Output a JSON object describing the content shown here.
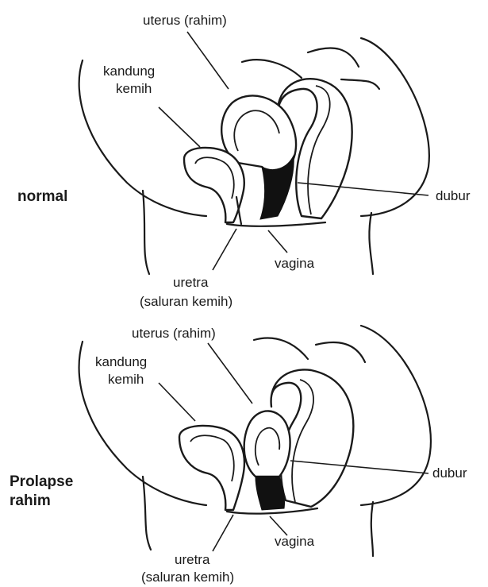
{
  "panels": [
    {
      "title": "normal",
      "labels": {
        "uterus": "uterus (rahim)",
        "bladder_line1": "kandung",
        "bladder_line2": "kemih",
        "rectum": "dubur",
        "vagina": "vagina",
        "urethra_line1": "uretra",
        "urethra_line2": "(saluran kemih)"
      }
    },
    {
      "title_line1": "Prolapse",
      "title_line2": "rahim",
      "labels": {
        "uterus": "uterus (rahim)",
        "bladder_line1": "kandung",
        "bladder_line2": "kemih",
        "rectum": "dubur",
        "vagina": "vagina",
        "urethra_line1": "uretra",
        "urethra_line2": "(saluran kemih)"
      }
    }
  ]
}
